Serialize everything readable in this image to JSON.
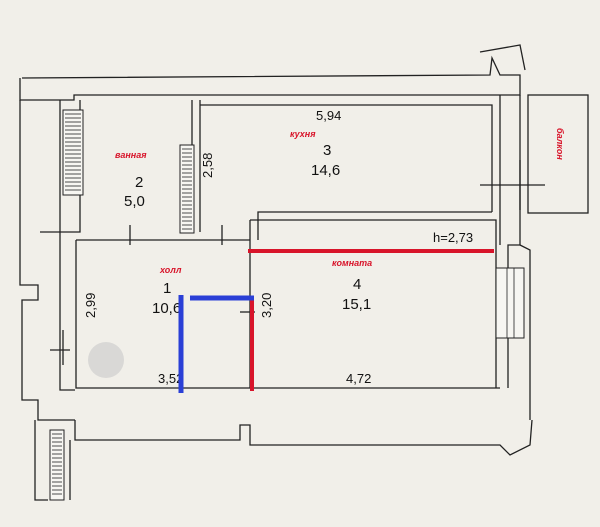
{
  "colors": {
    "annotation_red": "#d8142a",
    "annotation_blue": "#2a3fd6",
    "wall": "#222222",
    "paper": "#f1efe9"
  },
  "rooms": [
    {
      "id": "hall",
      "name": "холл",
      "number": "1",
      "area": "10,6"
    },
    {
      "id": "bathroom",
      "name": "ванная",
      "number": "2",
      "area": "5,0"
    },
    {
      "id": "kitchen",
      "name": "кухня",
      "number": "3",
      "area": "14,6"
    },
    {
      "id": "room",
      "name": "комната",
      "number": "4",
      "area": "15,1"
    }
  ],
  "balcony_label": "балкон",
  "dimensions": {
    "kitchen_width": "5,94",
    "bath_height": "2,58",
    "ceiling_height": "h=2,73",
    "hall_height": "2,99",
    "room_height": "3,20",
    "hall_width": "3,52",
    "room_width": "4,72"
  }
}
